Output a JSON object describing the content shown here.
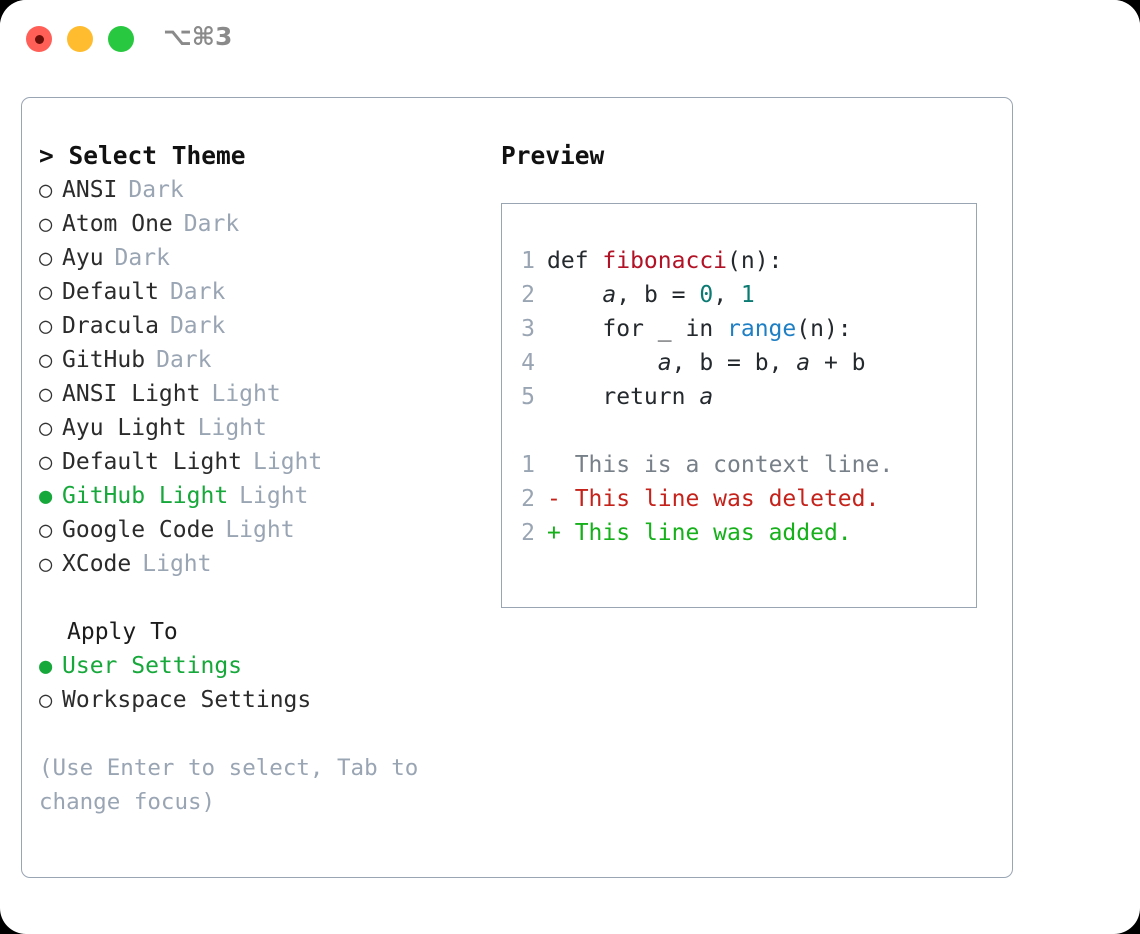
{
  "titlebar": {
    "shortcut": "⌥⌘3",
    "buttons": [
      {
        "name": "close",
        "color": "#ff5f57"
      },
      {
        "name": "minimize",
        "color": "#febc2e"
      },
      {
        "name": "maximize",
        "color": "#28c840"
      }
    ]
  },
  "left": {
    "heading": "> Select Theme",
    "themes": [
      {
        "bullet": "○",
        "name": "ANSI",
        "badge": "Dark",
        "selected": false
      },
      {
        "bullet": "○",
        "name": "Atom One",
        "badge": "Dark",
        "selected": false
      },
      {
        "bullet": "○",
        "name": "Ayu",
        "badge": "Dark",
        "selected": false
      },
      {
        "bullet": "○",
        "name": "Default",
        "badge": "Dark",
        "selected": false
      },
      {
        "bullet": "○",
        "name": "Dracula",
        "badge": "Dark",
        "selected": false
      },
      {
        "bullet": "○",
        "name": "GitHub",
        "badge": "Dark",
        "selected": false
      },
      {
        "bullet": "○",
        "name": "ANSI Light",
        "badge": "Light",
        "selected": false
      },
      {
        "bullet": "○",
        "name": "Ayu Light",
        "badge": "Light",
        "selected": false
      },
      {
        "bullet": "○",
        "name": "Default Light",
        "badge": "Light",
        "selected": false
      },
      {
        "bullet": "●",
        "name": "GitHub Light",
        "badge": "Light",
        "selected": true
      },
      {
        "bullet": "○",
        "name": "Google Code",
        "badge": "Light",
        "selected": false
      },
      {
        "bullet": "○",
        "name": "XCode",
        "badge": "Light",
        "selected": false
      }
    ],
    "apply_to": {
      "title": "Apply To",
      "options": [
        {
          "bullet": "●",
          "label": "User Settings",
          "selected": true
        },
        {
          "bullet": "○",
          "label": "Workspace Settings",
          "selected": false
        }
      ]
    },
    "hint": "(Use Enter to select, Tab to change focus)"
  },
  "right": {
    "heading": "Preview",
    "code_lines": [
      {
        "no": "1",
        "parts": [
          {
            "t": "def ",
            "c": "plain"
          },
          {
            "t": "fibonacci",
            "c": "fn"
          },
          {
            "t": "(n):",
            "c": "plain"
          }
        ]
      },
      {
        "no": "2",
        "parts": [
          {
            "t": "    ",
            "c": "plain"
          },
          {
            "t": "a",
            "c": "var"
          },
          {
            "t": ", ",
            "c": "plain"
          },
          {
            "t": "b",
            "c": "plain"
          },
          {
            "t": " = ",
            "c": "plain"
          },
          {
            "t": "0",
            "c": "num"
          },
          {
            "t": ", ",
            "c": "plain"
          },
          {
            "t": "1",
            "c": "num"
          }
        ]
      },
      {
        "no": "3",
        "parts": [
          {
            "t": "    for _ in ",
            "c": "plain"
          },
          {
            "t": "range",
            "c": "kw"
          },
          {
            "t": "(n):",
            "c": "plain"
          }
        ]
      },
      {
        "no": "4",
        "parts": [
          {
            "t": "        ",
            "c": "plain"
          },
          {
            "t": "a",
            "c": "var"
          },
          {
            "t": ", b = b, ",
            "c": "plain"
          },
          {
            "t": "a",
            "c": "var"
          },
          {
            "t": " + b",
            "c": "plain"
          }
        ]
      },
      {
        "no": "5",
        "parts": [
          {
            "t": "    return ",
            "c": "plain"
          },
          {
            "t": "a",
            "c": "var"
          }
        ]
      }
    ],
    "diff_lines": [
      {
        "no": "1",
        "marker": " ",
        "text": " This is a context line.",
        "kind": "context"
      },
      {
        "no": "2",
        "marker": "-",
        "text": " This line was deleted.",
        "kind": "deleted"
      },
      {
        "no": "2",
        "marker": "+",
        "text": " This line was added.",
        "kind": "added"
      }
    ]
  },
  "colors": {
    "accent_green": "#16a83a",
    "badge_grey": "#9aa5b4",
    "diff_deleted": "#c4221a",
    "diff_added": "#15b01a",
    "border": "#9aa5b4"
  }
}
